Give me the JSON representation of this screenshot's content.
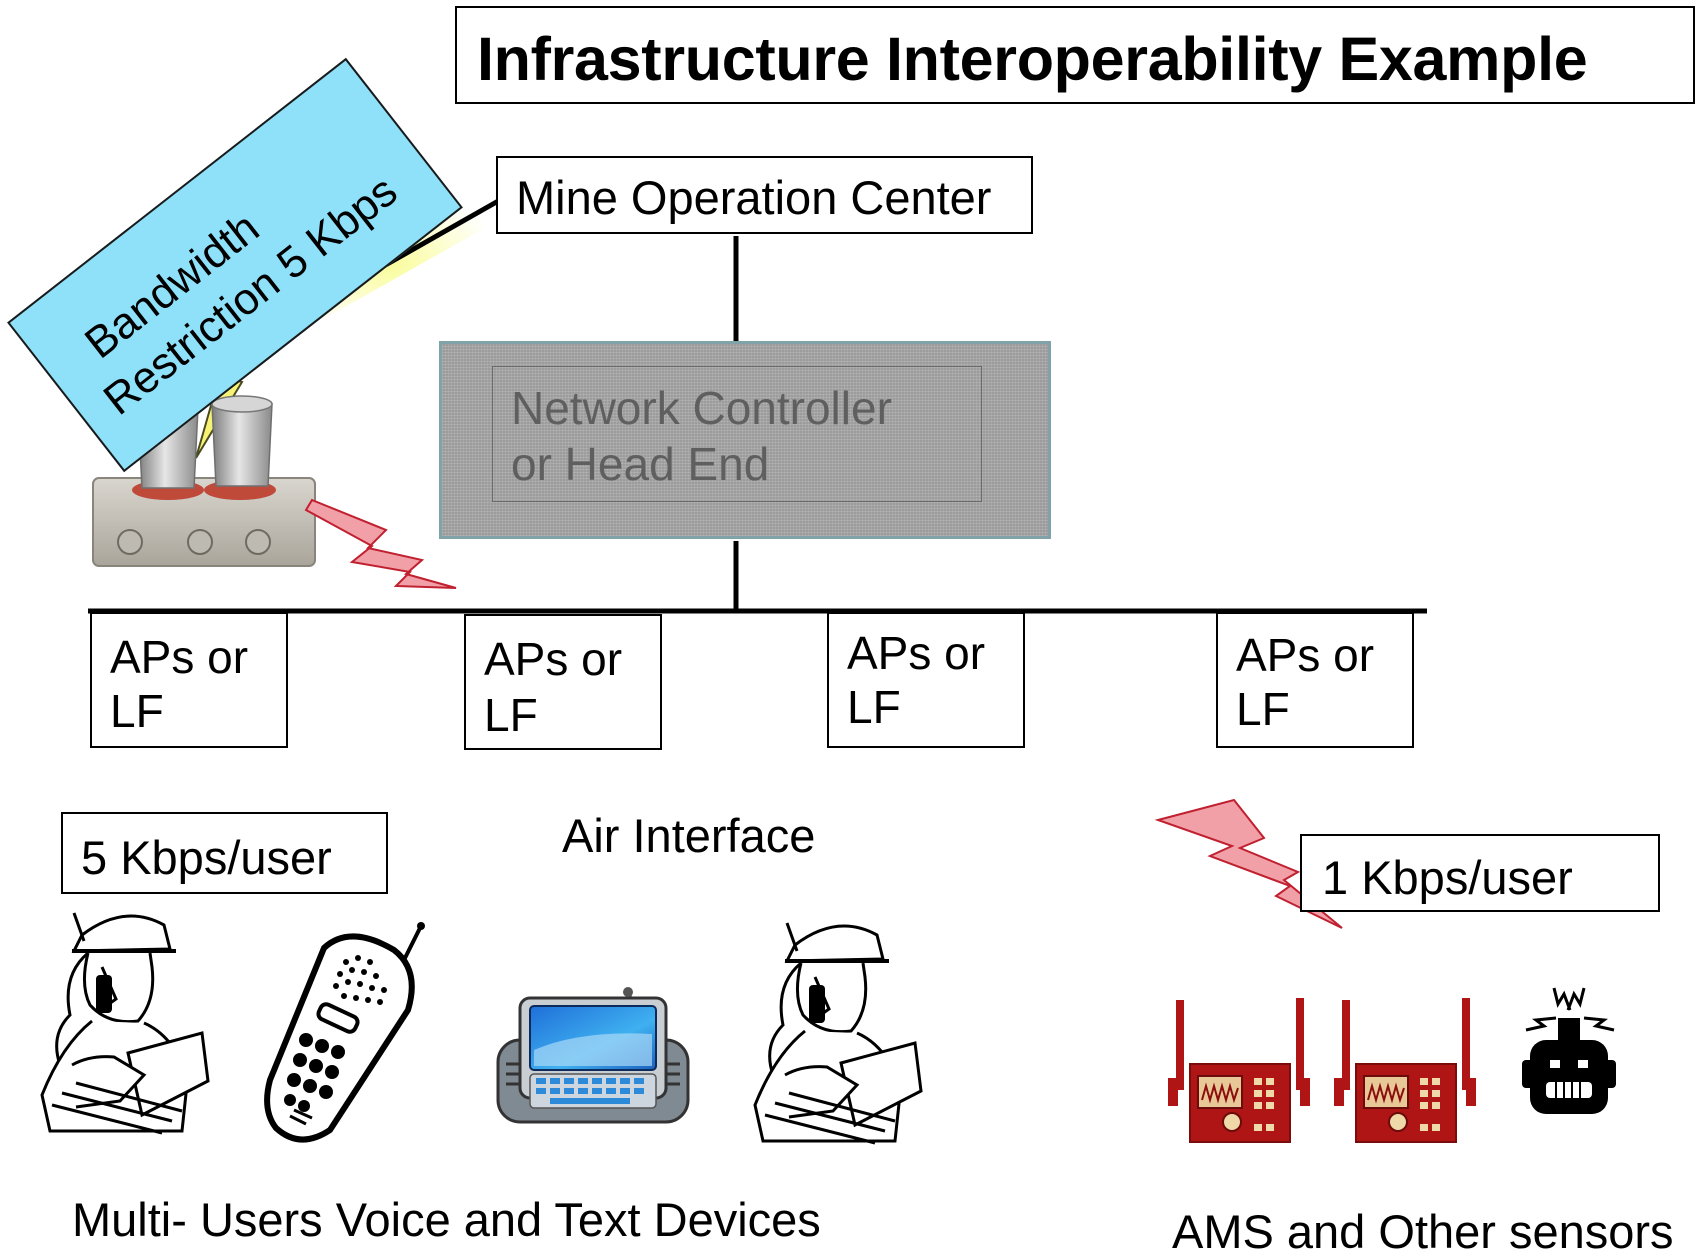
{
  "title": "Infrastructure Interoperability Example",
  "mine_operation_center": "Mine Operation Center",
  "network_controller": {
    "line1": "Network Controller",
    "line2": "or Head End"
  },
  "bandwidth_banner": {
    "line1": "Bandwidth",
    "line2": "Restriction 5 Kbps"
  },
  "access_points": [
    {
      "line1": "APs or",
      "line2": "LF"
    },
    {
      "line1": "APs or",
      "line2": "LF"
    },
    {
      "line1": "APs or",
      "line2": "LF"
    },
    {
      "line1": "APs or",
      "line2": "LF"
    }
  ],
  "rate_left": "5 Kbps/user",
  "rate_right": "1 Kbps/user",
  "air_interface": "Air Interface",
  "caption_left": "Multi- Users Voice and Text Devices",
  "caption_right": "AMS and Other sensors",
  "colors": {
    "banner": "#8fe1fa",
    "lightning_red": "#f2a0a8",
    "lightning_yellow": "#f6f276",
    "network_controller_fill": "#9c9c9c",
    "sensor_red": "#b01515"
  }
}
